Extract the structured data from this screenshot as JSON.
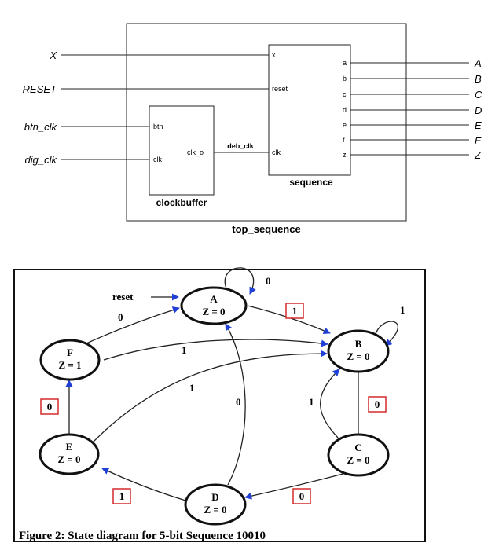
{
  "block_diagram": {
    "top_module_name": "top_sequence",
    "external_inputs": [
      "X",
      "RESET",
      "btn_clk",
      "dig_clk"
    ],
    "external_outputs": [
      "A",
      "B",
      "C",
      "D",
      "E",
      "F",
      "Z"
    ],
    "clockbuffer": {
      "name": "clockbuffer",
      "inputs": [
        "btn",
        "clk"
      ],
      "output": "clk_o"
    },
    "sequence": {
      "name": "sequence",
      "inputs": [
        "x",
        "reset",
        "clk"
      ],
      "outputs": [
        "a",
        "b",
        "c",
        "d",
        "e",
        "f",
        "z"
      ]
    },
    "internal_signal": "deb_clk"
  },
  "state_diagram": {
    "caption": "Figure 2: State diagram for 5-bit Sequence 10010",
    "reset_label": "reset",
    "states": {
      "A": {
        "name": "A",
        "output": "Z = 0"
      },
      "B": {
        "name": "B",
        "output": "Z = 0"
      },
      "C": {
        "name": "C",
        "output": "Z = 0"
      },
      "D": {
        "name": "D",
        "output": "Z = 0"
      },
      "E": {
        "name": "E",
        "output": "Z = 0"
      },
      "F": {
        "name": "F",
        "output": "Z = 1"
      }
    },
    "transitions": {
      "A_A": "0",
      "A_B": "1",
      "B_B": "1",
      "B_C": "0",
      "C_B": "1",
      "C_D": "0",
      "D_A": "0",
      "D_E": "1",
      "E_F": "0",
      "E_B": "1",
      "F_A": "0",
      "F_B": "1"
    },
    "colors": {
      "arrow": "#1f3fd6",
      "label_box": "#d42a2a"
    }
  }
}
